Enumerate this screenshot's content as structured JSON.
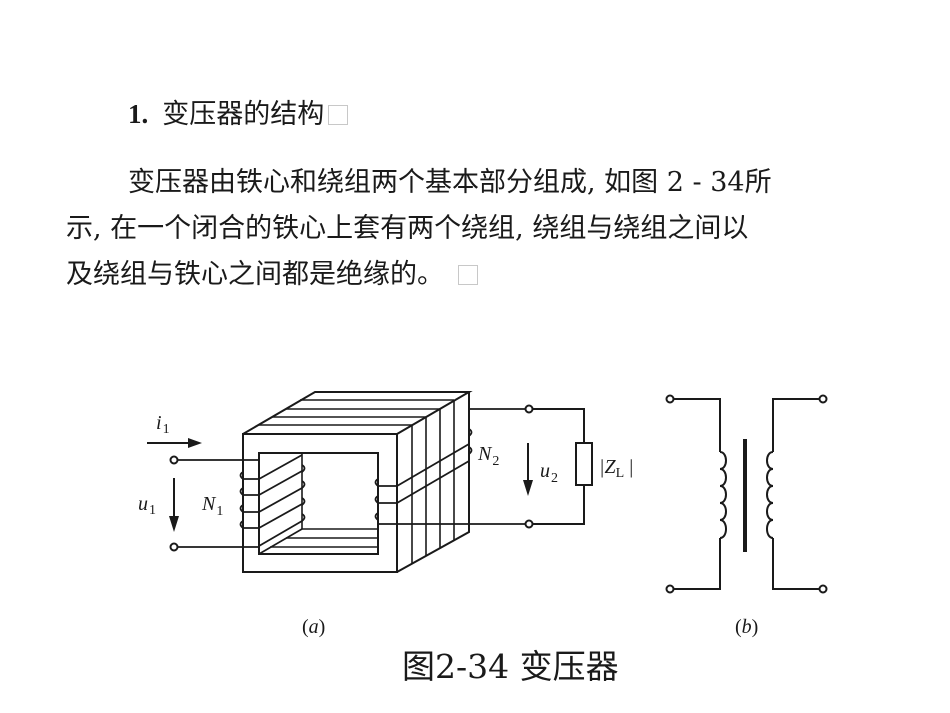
{
  "section": {
    "number": "1.",
    "title": "变压器的结构"
  },
  "paragraph": {
    "lines": [
      "变压器由铁心和绕组两个基本部分组成, 如图 2 - 34所",
      "示, 在一个闭合的铁心上套有两个绕组, 绕组与绕组之间以",
      "及绕组与铁心之间都是绝缘的。"
    ]
  },
  "figure": {
    "caption": "图2-34 变压器",
    "subfigures": [
      {
        "id": "a",
        "label": "(a)",
        "labels": {
          "i1": {
            "base": "i",
            "sub": "1"
          },
          "u1": {
            "base": "u",
            "sub": "1"
          },
          "N1": {
            "base": "N",
            "sub": "1"
          },
          "N2": {
            "base": "N",
            "sub": "2"
          },
          "u2": {
            "base": "u",
            "sub": "2"
          },
          "ZL": {
            "base": "|Z",
            "sub": "L",
            "suffix": " |"
          }
        }
      },
      {
        "id": "b",
        "label": "(b)"
      }
    ]
  },
  "placeholder_glyph": "empty-box-icon"
}
